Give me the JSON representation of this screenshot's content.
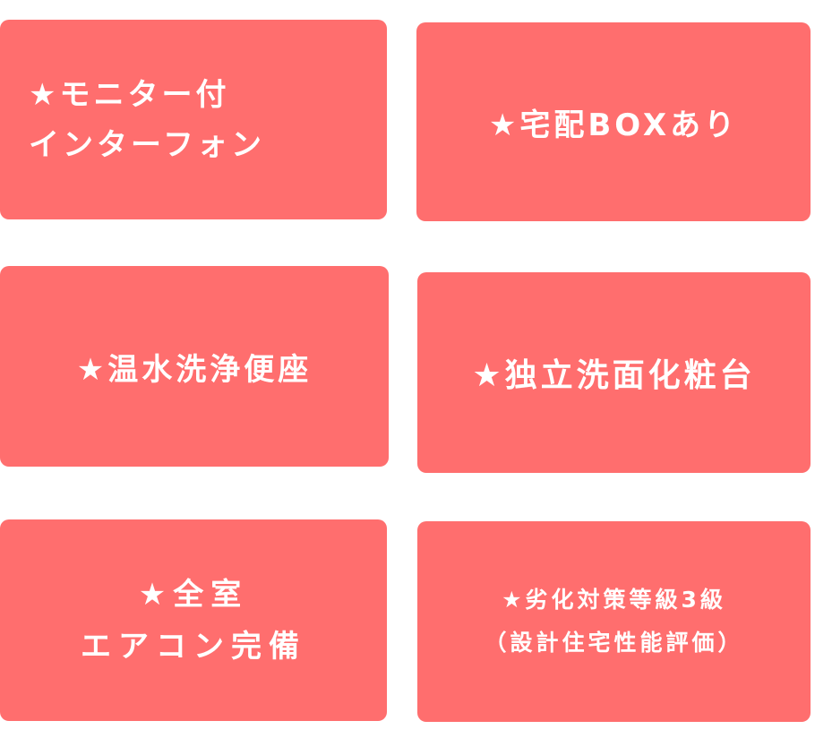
{
  "accent_color": "#ff6e6e",
  "features": [
    {
      "lines": [
        "★モニター付",
        "インターフォン"
      ]
    },
    {
      "lines": [
        "★宅配BOXあり"
      ]
    },
    {
      "lines": [
        "★温水洗浄便座"
      ]
    },
    {
      "lines": [
        "★独立洗面化粧台"
      ]
    },
    {
      "lines": [
        "★全室",
        "エアコン完備"
      ]
    },
    {
      "lines": [
        "★劣化対策等級3級",
        "（設計住宅性能評価）"
      ]
    }
  ]
}
